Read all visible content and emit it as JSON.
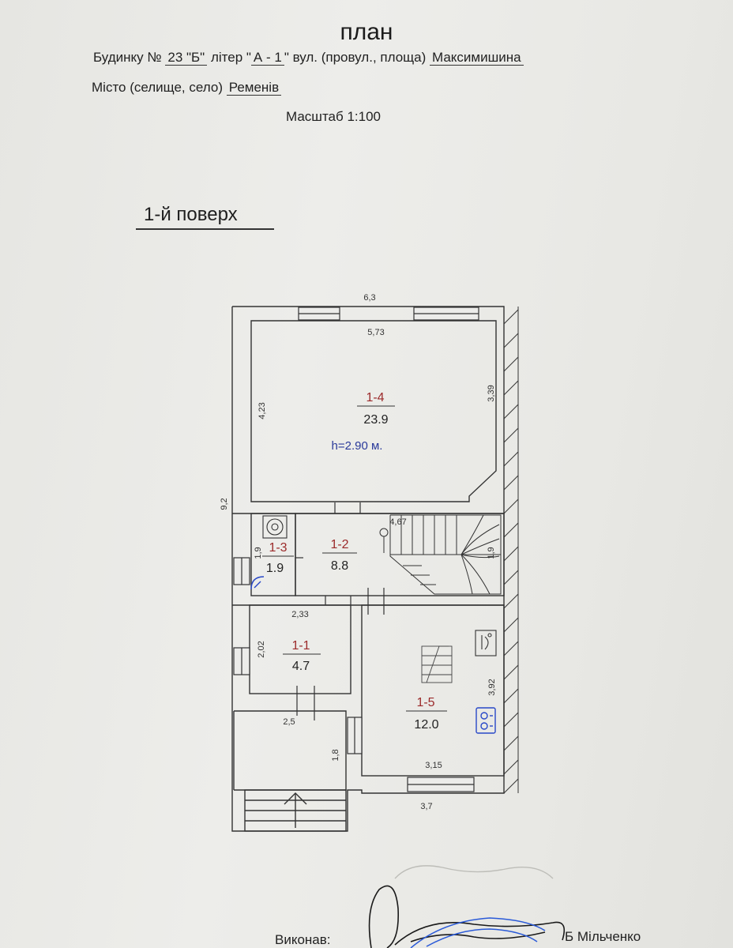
{
  "header": {
    "title": "план",
    "building_prefix": "Будинку №",
    "building_no": "23 \"Б\"",
    "letter_prefix": "літер \"",
    "letter": "А - 1",
    "street_prefix": "\" вул. (провул., площа)",
    "street": "Максимишина",
    "city_prefix": "Місто (селище, село)",
    "city": "Ременів",
    "scale": "Масштаб 1:100"
  },
  "floor": {
    "label": "1-й поверх"
  },
  "dimensions": {
    "outer_width": "6,3",
    "inner_width_1_4": "5,73",
    "left_1_4": "4,23",
    "right_1_4": "3,39",
    "total_height": "9,2",
    "corridor_width": "4,67",
    "room_1_3_width": "1,9",
    "stair_width": "1,9",
    "room_1_1_width": "2,33",
    "room_1_1_height": "2,02",
    "porch_width": "2,5",
    "porch_height": "1,8",
    "room_1_5_height": "3,92",
    "room_1_5_width": "3,15",
    "bottom_width": "3,7"
  },
  "rooms": [
    {
      "number": "1-4",
      "area": "23.9",
      "height": "h=2.90 м."
    },
    {
      "number": "1-2",
      "area": "8.8"
    },
    {
      "number": "1-3",
      "area": "1.9"
    },
    {
      "number": "1-1",
      "area": "4.7"
    },
    {
      "number": "1-5",
      "area": "12.0"
    }
  ],
  "footer": {
    "executor_label": "Виконав:",
    "engineer": "Б Мільченко"
  },
  "colors": {
    "room_number": "#9b2a2a",
    "height_note": "#2a3a9a",
    "fixture_blue": "#2848c8",
    "line": "#333333"
  }
}
